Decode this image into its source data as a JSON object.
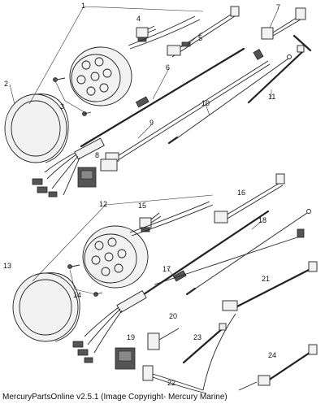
{
  "callouts": [
    {
      "id": "c1",
      "text": "1"
    },
    {
      "id": "c2",
      "text": "2"
    },
    {
      "id": "c3",
      "text": "3"
    },
    {
      "id": "c4",
      "text": "4"
    },
    {
      "id": "c5",
      "text": "5"
    },
    {
      "id": "c6",
      "text": "6"
    },
    {
      "id": "c7",
      "text": "7"
    },
    {
      "id": "c8",
      "text": "8"
    },
    {
      "id": "c9",
      "text": "9"
    },
    {
      "id": "c10",
      "text": "10"
    },
    {
      "id": "c11",
      "text": "11"
    },
    {
      "id": "c12",
      "text": "12"
    },
    {
      "id": "c13",
      "text": "13"
    },
    {
      "id": "c14",
      "text": "14"
    },
    {
      "id": "c15",
      "text": "15"
    },
    {
      "id": "c16",
      "text": "16"
    },
    {
      "id": "c17",
      "text": "17"
    },
    {
      "id": "c18",
      "text": "18"
    },
    {
      "id": "c19",
      "text": "19"
    },
    {
      "id": "c20",
      "text": "20"
    },
    {
      "id": "c21",
      "text": "21"
    },
    {
      "id": "c22",
      "text": "22"
    },
    {
      "id": "c23",
      "text": "23"
    },
    {
      "id": "c24",
      "text": "24"
    }
  ],
  "footer": "MercuryPartsOnline v2.5.1 (Image Copyright- Mercury Marine)"
}
